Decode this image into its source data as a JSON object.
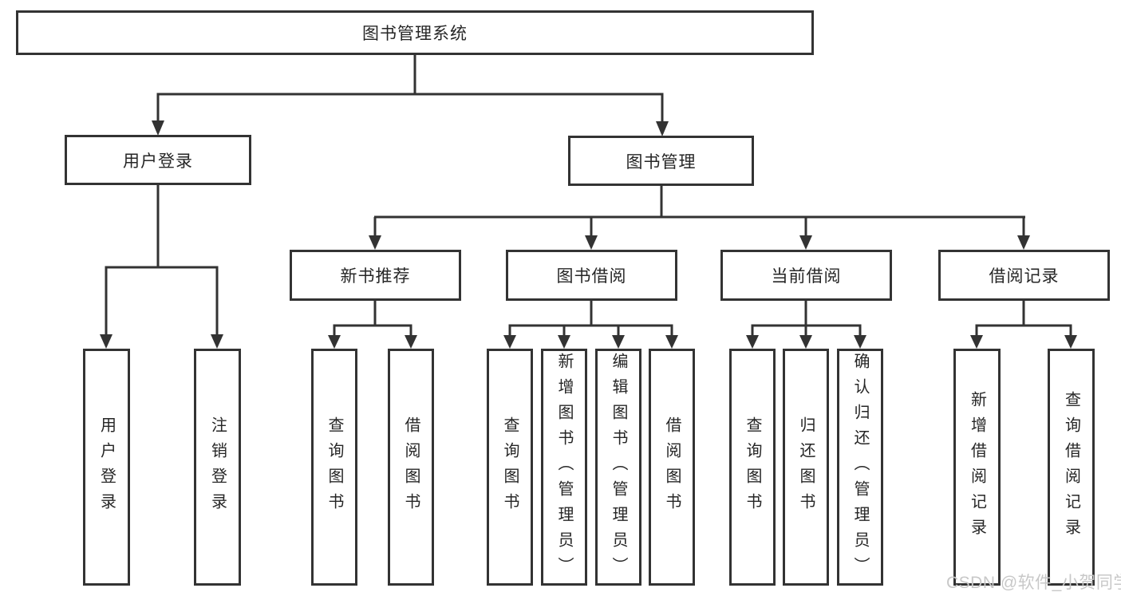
{
  "title": "图书管理系统",
  "level2": {
    "user_login": "用户登录",
    "book_mgmt": "图书管理"
  },
  "level3": {
    "new_books": "新书推荐",
    "book_borrow": "图书借阅",
    "current_borrow": "当前借阅",
    "borrow_records": "借阅记录"
  },
  "leaves": {
    "user_login": [
      "用户登录",
      "注销登录"
    ],
    "new_books": [
      "查询图书",
      "借阅图书"
    ],
    "book_borrow": [
      "查询图书",
      "新增图书（管理员）",
      "编辑图书（管理员）",
      "借阅图书"
    ],
    "current_borrow": [
      "查询图书",
      "归还图书",
      "确认归还（管理员）"
    ],
    "borrow_records": [
      "新增借阅记录",
      "查询借阅记录"
    ]
  },
  "watermark": "CSDN @软件_小贺同学",
  "colors": {
    "line": "#333333",
    "text": "#262626",
    "watermark": "#c8c8c8",
    "background": "#ffffff"
  }
}
